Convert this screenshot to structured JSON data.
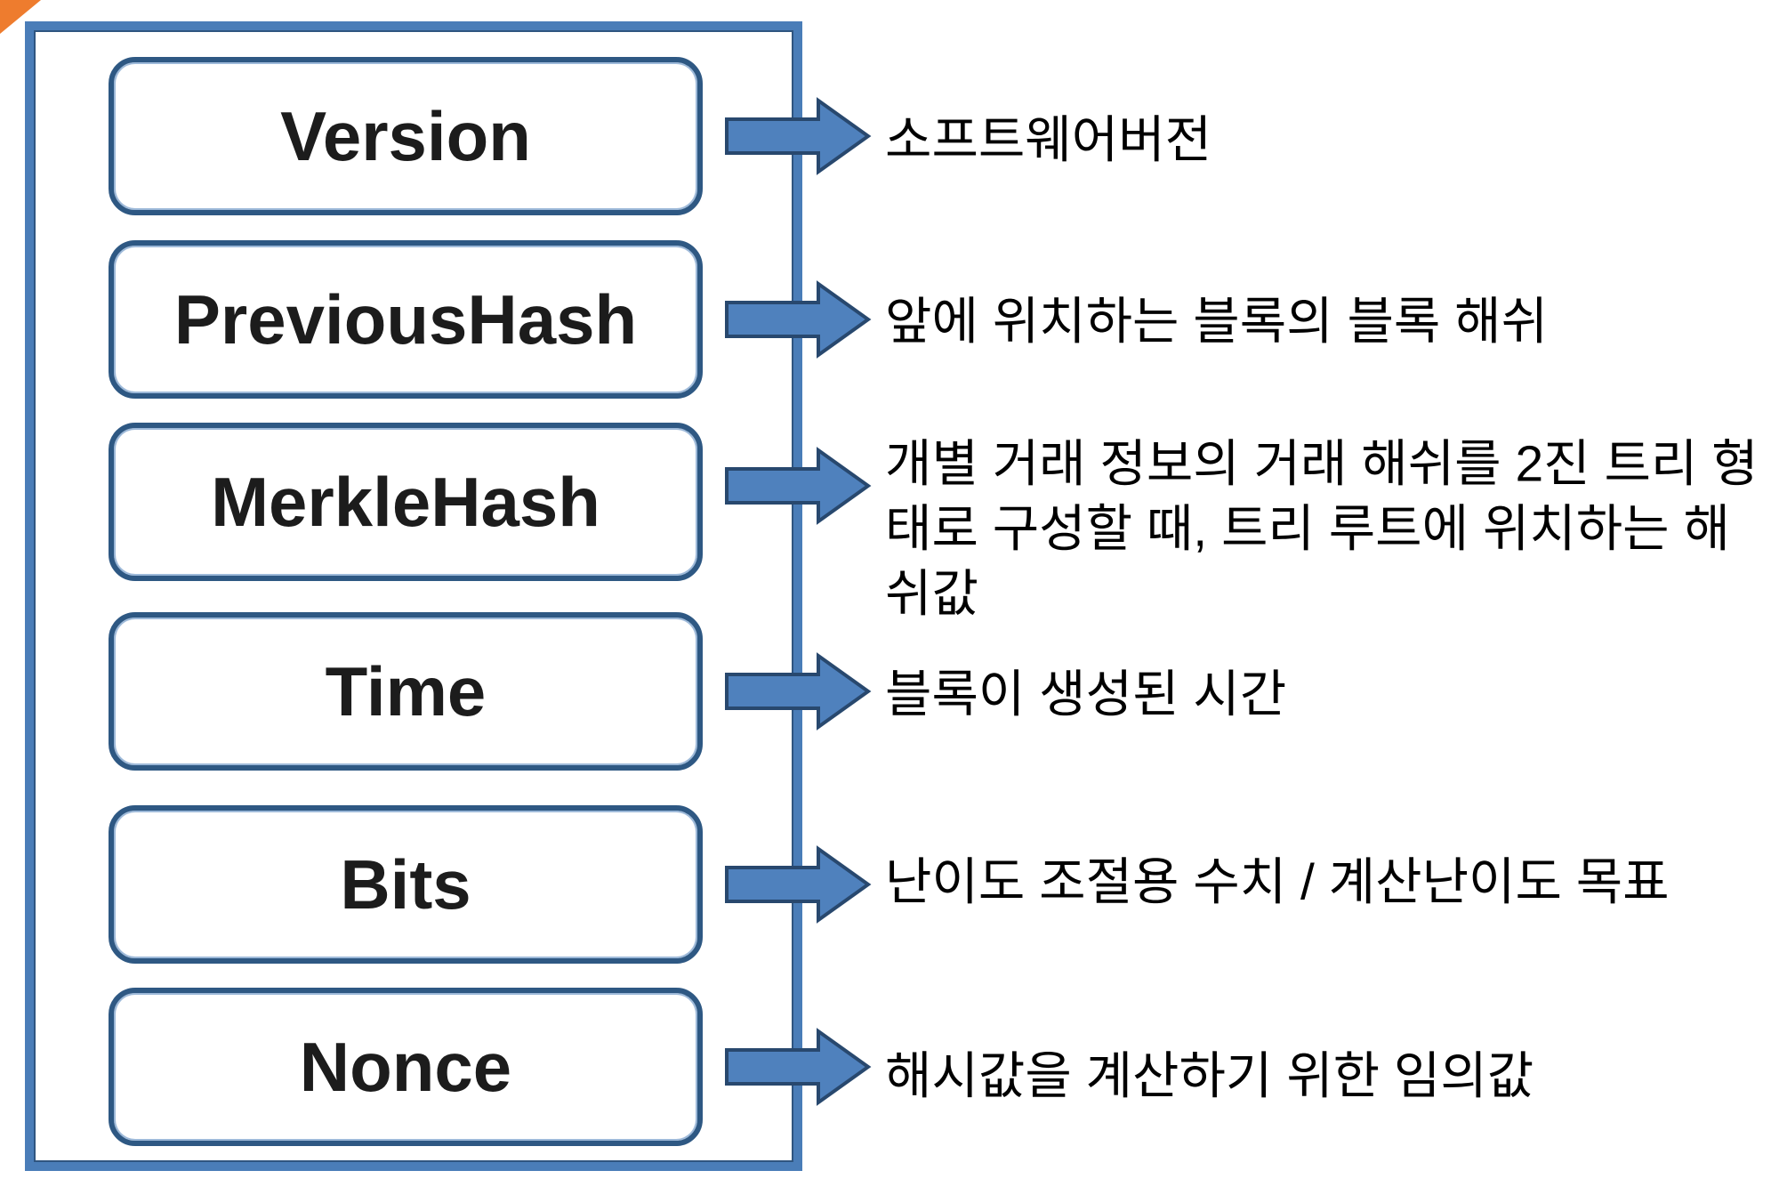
{
  "diagram": {
    "title_semantic": "block-header-structure",
    "rows": [
      {
        "label": "Version",
        "description": "소프트웨어버전"
      },
      {
        "label": "PreviousHash",
        "description": "앞에 위치하는 블록의 블록 해쉬"
      },
      {
        "label": "MerkleHash",
        "description": "개별 거래 정보의 거래 해쉬를 2진 트리 형태로 구성할 때, 트리 루트에 위치하는 해쉬값"
      },
      {
        "label": "Time",
        "description": "블록이 생성된 시간"
      },
      {
        "label": "Bits",
        "description": "난이도 조절용 수치 / 계산난이도 목표"
      },
      {
        "label": "Nonce",
        "description": "해시값을 계산하기 위한 임의값"
      }
    ],
    "icons": {
      "arrow": "right-arrow-icon",
      "corner": "corner-triangle-decoration"
    },
    "colors": {
      "container_border": "#4A7DB8",
      "field_box_border": "#2E5883",
      "arrow_fill": "#4F81BD",
      "arrow_stroke": "#28486E",
      "corner_triangle": "#EE7C2E",
      "label_text": "#1C1C1C",
      "description_text": "#000000",
      "background": "#FFFFFF"
    }
  }
}
